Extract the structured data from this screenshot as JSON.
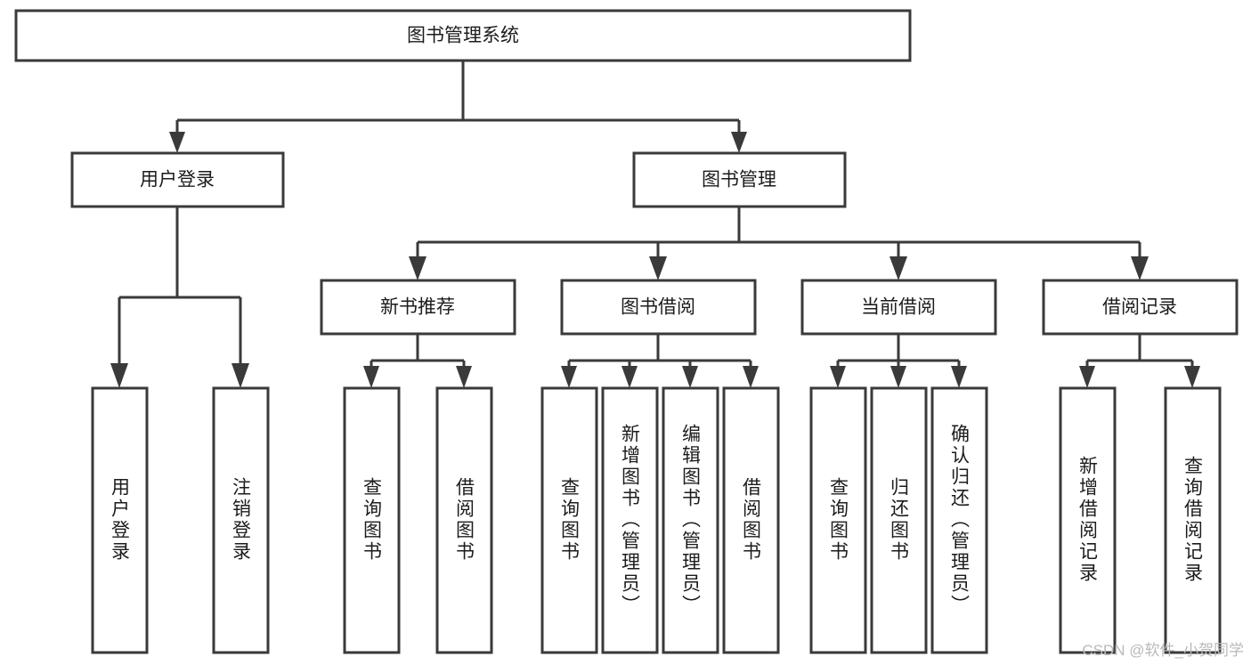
{
  "diagram": {
    "type": "tree",
    "title": "图书管理系统",
    "orientation": "top-down",
    "style": {
      "box_fill": "#ffffff",
      "box_stroke": "#3a3a3a",
      "text_color": "#1c1c1c",
      "background": "#ffffff",
      "watermark_color": "#b9b9b9"
    }
  },
  "watermark": {
    "text": "CSDN @软件_小贺同学"
  },
  "nodes": {
    "root": {
      "label": "图书管理系统"
    },
    "level2": [
      {
        "id": "user-login",
        "label": "用户登录"
      },
      {
        "id": "book-management",
        "label": "图书管理"
      }
    ],
    "level3": [
      {
        "id": "new-book-recommend",
        "label": "新书推荐"
      },
      {
        "id": "book-borrow",
        "label": "图书借阅"
      },
      {
        "id": "current-borrow",
        "label": "当前借阅"
      },
      {
        "id": "borrow-record",
        "label": "借阅记录"
      }
    ],
    "leaves": {
      "user_login": [
        {
          "id": "leaf-user-login",
          "label": "用户登录"
        },
        {
          "id": "leaf-user-logout",
          "label": "注销登录"
        }
      ],
      "new_book_recommend": [
        {
          "id": "leaf-query-book-1",
          "label": "查询图书"
        },
        {
          "id": "leaf-borrow-book-1",
          "label": "借阅图书"
        }
      ],
      "book_borrow": [
        {
          "id": "leaf-query-book-2",
          "label": "查询图书"
        },
        {
          "id": "leaf-add-book",
          "label": "新增图书（管理员）"
        },
        {
          "id": "leaf-edit-book",
          "label": "编辑图书（管理员）"
        },
        {
          "id": "leaf-borrow-book-2",
          "label": "借阅图书"
        }
      ],
      "current_borrow": [
        {
          "id": "leaf-query-book-3",
          "label": "查询图书"
        },
        {
          "id": "leaf-return-book",
          "label": "归还图书"
        },
        {
          "id": "leaf-confirm-return",
          "label": "确认归还（管理员）"
        }
      ],
      "borrow_record": [
        {
          "id": "leaf-add-record",
          "label": "新增借阅记录"
        },
        {
          "id": "leaf-query-record",
          "label": "查询借阅记录"
        }
      ]
    }
  }
}
